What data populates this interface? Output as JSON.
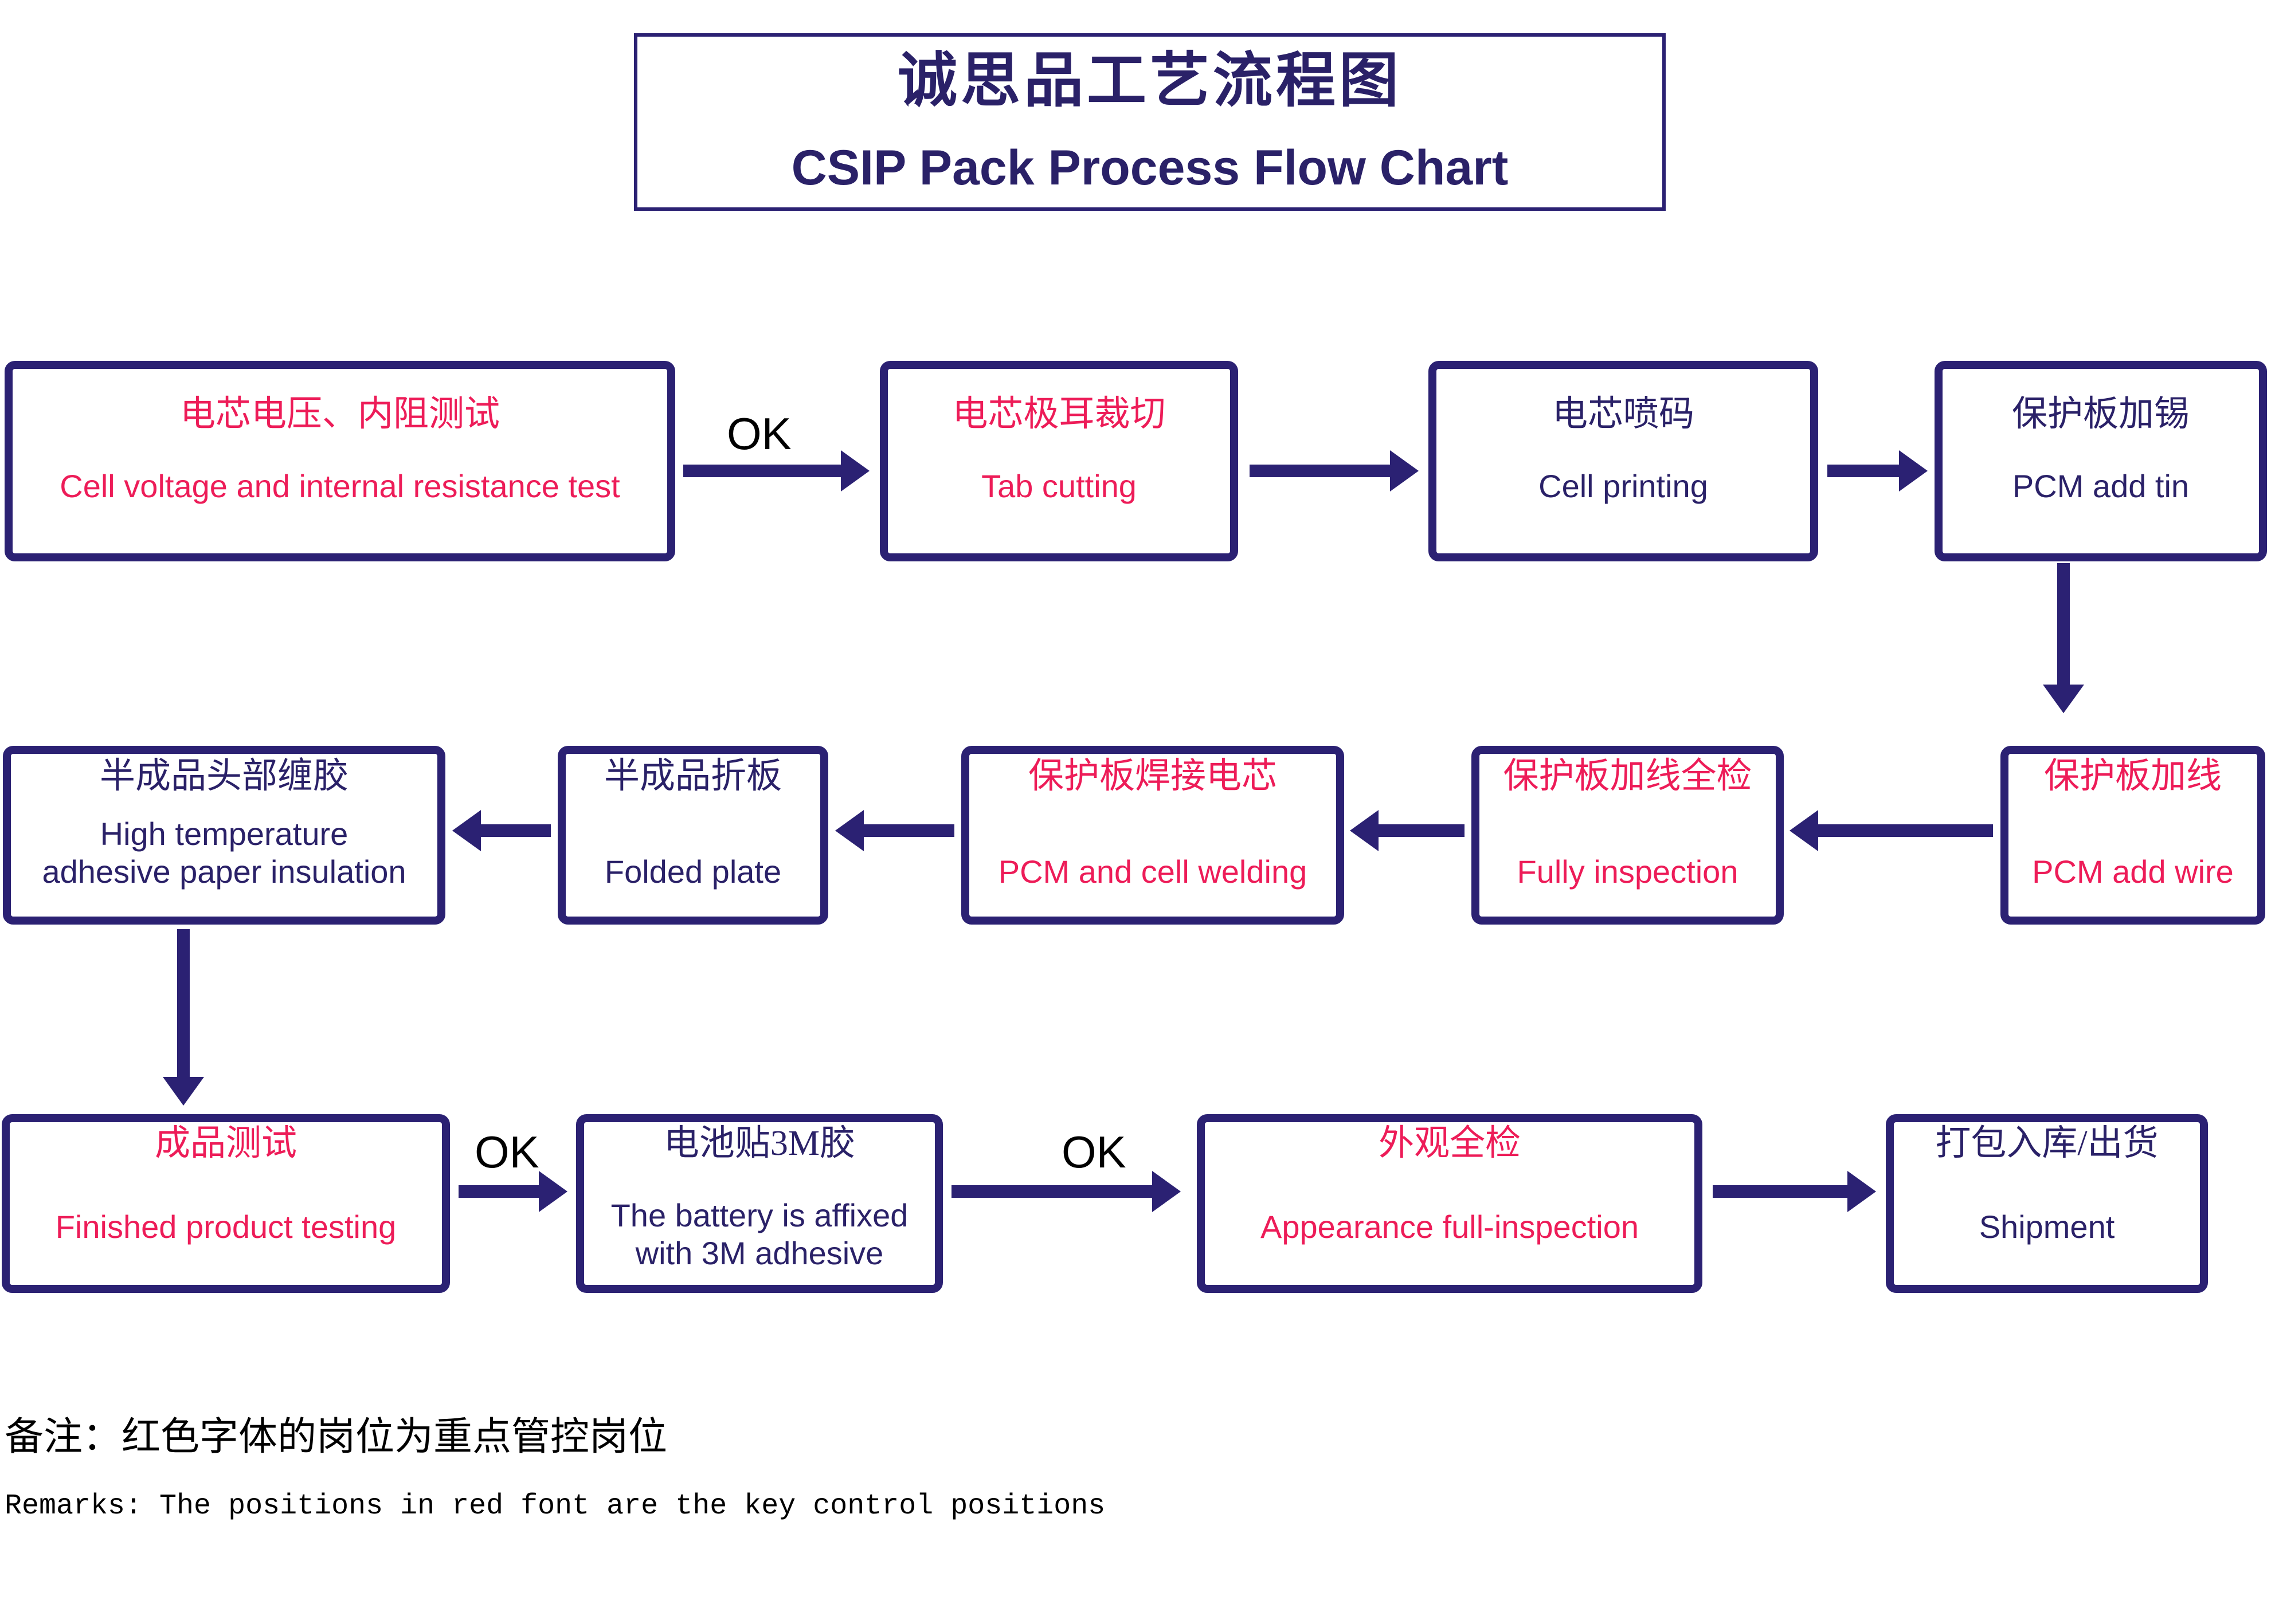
{
  "title": {
    "zh": "诚思品工艺流程图",
    "en": "CSIP Pack Process Flow Chart"
  },
  "labels": {
    "ok": "OK"
  },
  "nodes": {
    "cell_voltage_test": {
      "zh": "电芯电压、内阻测试",
      "en": "Cell voltage and internal resistance test",
      "key_control": true
    },
    "tab_cutting": {
      "zh": "电芯极耳裁切",
      "en": "Tab cutting",
      "key_control": true
    },
    "cell_printing": {
      "zh": "电芯喷码",
      "en": "Cell printing",
      "key_control": false
    },
    "pcm_add_tin": {
      "zh": "保护板加锡",
      "en": "PCM add tin",
      "key_control": false
    },
    "pcm_add_wire": {
      "zh": "保护板加线",
      "en": "PCM add wire",
      "key_control": true
    },
    "fully_inspection": {
      "zh": "保护板加线全检",
      "en": "Fully inspection",
      "key_control": true
    },
    "pcm_cell_welding": {
      "zh": "保护板焊接电芯",
      "en": "PCM and cell welding",
      "key_control": true
    },
    "folded_plate": {
      "zh": "半成品折板",
      "en": "Folded plate",
      "key_control": false
    },
    "head_taping": {
      "zh": "半成品头部缠胶",
      "en": "High temperature\nadhesive paper insulation",
      "key_control": false
    },
    "finished_testing": {
      "zh": "成品测试",
      "en": "Finished product testing",
      "key_control": true
    },
    "affix_3m": {
      "zh": "电池贴3M胶",
      "en": "The battery is affixed\nwith 3M adhesive",
      "key_control": false
    },
    "appearance_inspection": {
      "zh": "外观全检",
      "en": "Appearance full-inspection",
      "key_control": true
    },
    "shipment": {
      "zh": "打包入库/出货",
      "en": "Shipment",
      "key_control": false
    }
  },
  "remarks": {
    "zh": "备注：红色字体的岗位为重点管控岗位",
    "en": "Remarks: The positions in red font are the key control positions"
  },
  "colors": {
    "navy": "#2B2173",
    "navy_text": "#2A2168",
    "red_text": "#ED1C58",
    "ok_text": "#000000",
    "background": "#FFFFFF"
  }
}
